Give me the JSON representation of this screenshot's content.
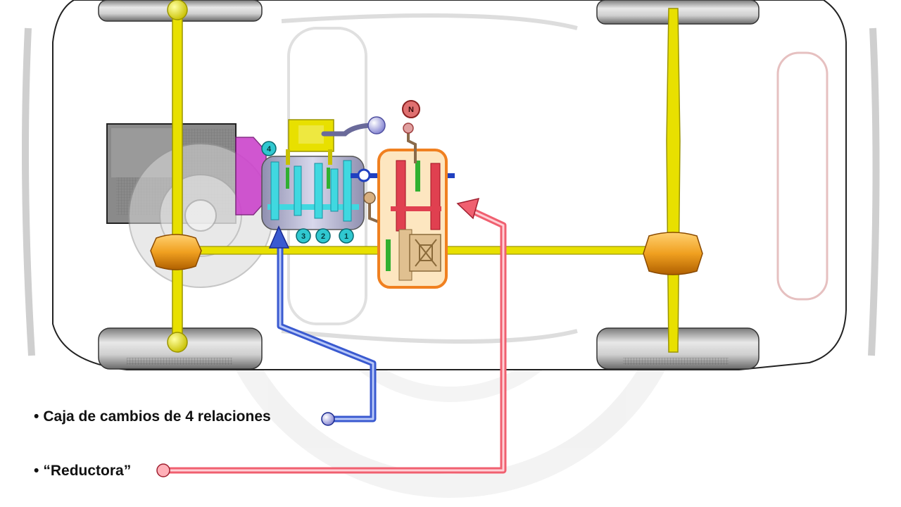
{
  "labels": {
    "neutral": "N",
    "gears": [
      "4",
      "3",
      "2",
      "1"
    ],
    "gearbox_caption": "Caja de cambios de 4 relaciones",
    "reducer_caption": "“Reductora”",
    "bullet": "•"
  },
  "colors": {
    "axle": "#e8e000",
    "axle_stroke": "#9a9400",
    "differential": "#f0a020",
    "engine": "#888888",
    "clutch": "#cc44cc",
    "gearbox_body": "#b8b8d0",
    "gear_teeth": "#40d8e0",
    "gear_badge": "#30c8d0",
    "reducer_box": "#f08020",
    "reducer_fill": "#fde6c0",
    "reducer_gear": "#e04050",
    "shift_fork": "#30b030",
    "input_shaft": "#2040c0",
    "output_shaft": "#e0e000",
    "selector_knob": "#b0b0e8",
    "neutral_badge": "#d04040",
    "pointer_gearbox": "#3a5ad0",
    "pointer_reducer": "#f06070",
    "car_outline": "#222222"
  }
}
